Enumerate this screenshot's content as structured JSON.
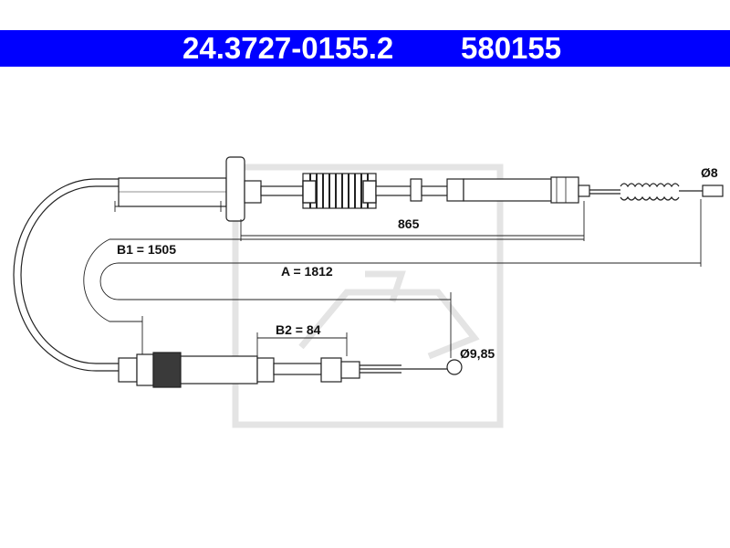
{
  "header": {
    "part_number": "24.3727-0155.2",
    "ref_number": "580155",
    "background_color": "#0000ff",
    "text_color": "#ffffff"
  },
  "dimensions": {
    "d1": "Ø8",
    "l865": "865",
    "b1": "B1 = 1505",
    "a": "A = 1812",
    "b2": "B2 = 84",
    "d2": "Ø9,85"
  },
  "colors": {
    "line": "#222222",
    "watermark": "#e4e4e4",
    "dark_sleeve": "#3a3a3a"
  },
  "icons": {
    "watermark": "ate-logo-watermark-icon"
  }
}
